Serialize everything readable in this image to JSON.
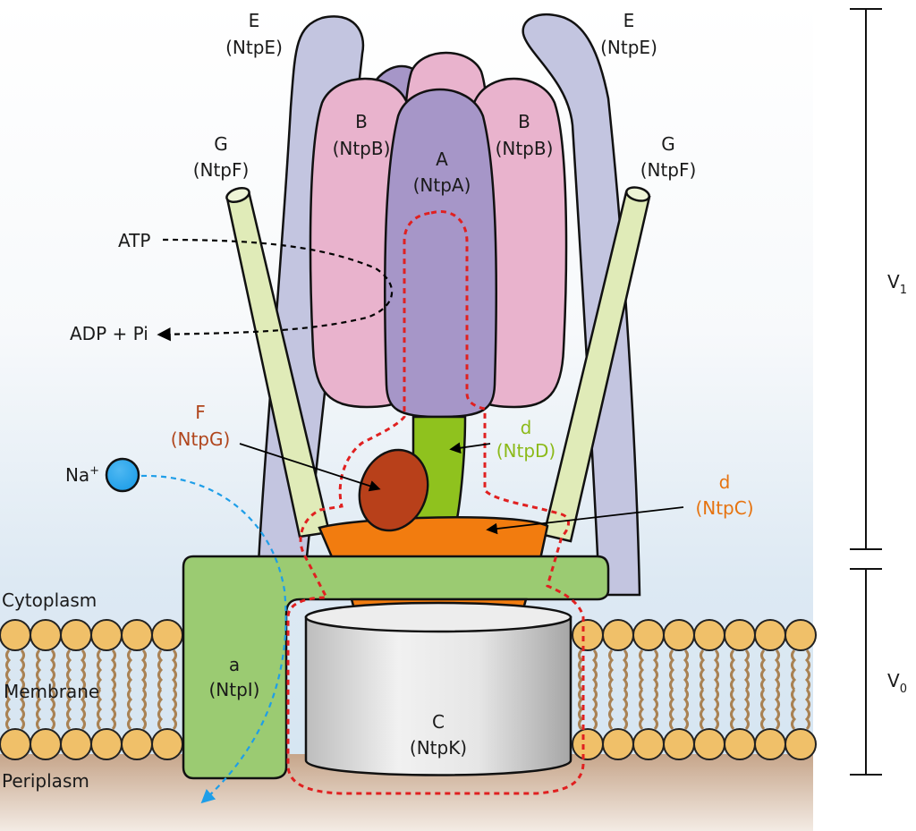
{
  "subunits": {
    "e_left": {
      "name": "E",
      "gene": "(NtpE)"
    },
    "e_right": {
      "name": "E",
      "gene": "(NtpE)"
    },
    "b_left": {
      "name": "B",
      "gene": "(NtpB)"
    },
    "b_right": {
      "name": "B",
      "gene": "(NtpB)"
    },
    "a_top": {
      "name": "A",
      "gene": "(NtpA)"
    },
    "g_left": {
      "name": "G",
      "gene": "(NtpF)"
    },
    "g_right": {
      "name": "G",
      "gene": "(NtpF)"
    },
    "f": {
      "name": "F",
      "gene": "(NtpG)"
    },
    "d_green": {
      "name": "d",
      "gene": "(NtpD)"
    },
    "d_orange": {
      "name": "d",
      "gene": "(NtpC)"
    },
    "a_membrane": {
      "name": "a",
      "gene": "(NtpI)"
    },
    "c_ring": {
      "name": "C",
      "gene": "(NtpK)"
    }
  },
  "reaction": {
    "substrate": "ATP",
    "products": "ADP + Pi"
  },
  "ion": {
    "base": "Na",
    "charge": "+"
  },
  "regions": {
    "cytoplasm": "Cytoplasm",
    "membrane": "Membrane",
    "periplasm": "Periplasm"
  },
  "domains": {
    "v1": {
      "base": "V",
      "sub": "1"
    },
    "v0": {
      "base": "V",
      "sub": "0"
    }
  },
  "colors": {
    "subunit_e": "#c3c5e0",
    "subunit_b": "#e9b3cd",
    "subunit_a": "#a696c8",
    "subunit_g": "#e0ebb8",
    "subunit_f": "#b8401a",
    "subunit_d_green": "#8fc21e",
    "subunit_d_orange": "#f27c0f",
    "subunit_a_membrane": "#9bcb72",
    "c_ring": "#d4d4d4",
    "lipid_head": "#f0c069",
    "lipid_tail": "#a98254",
    "sodium_ion": "#1e9ee8",
    "rotor_outline": "#e02020"
  }
}
